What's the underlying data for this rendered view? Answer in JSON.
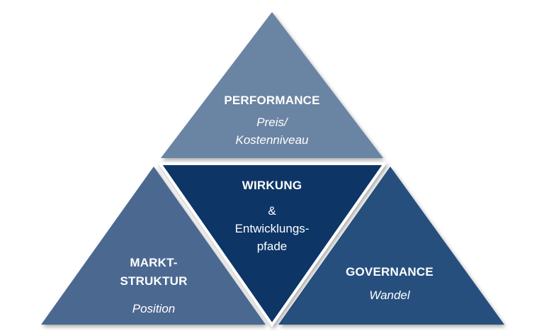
{
  "top": {
    "title": "PERFORMANCE",
    "subtitle": "Preis/\nKostenniveau",
    "color": "#6b84a3"
  },
  "center": {
    "title": "WIRKUNG",
    "amp": "&",
    "line1": "Entwicklungs-",
    "line2": "pfade",
    "color": "#0f3466"
  },
  "left": {
    "title": "MARKT-\nSTRUKTUR",
    "subtitle": "Position",
    "color": "#4c6891"
  },
  "right": {
    "title": "GOVERNANCE",
    "subtitle": "Wandel",
    "color": "#254f7e"
  }
}
